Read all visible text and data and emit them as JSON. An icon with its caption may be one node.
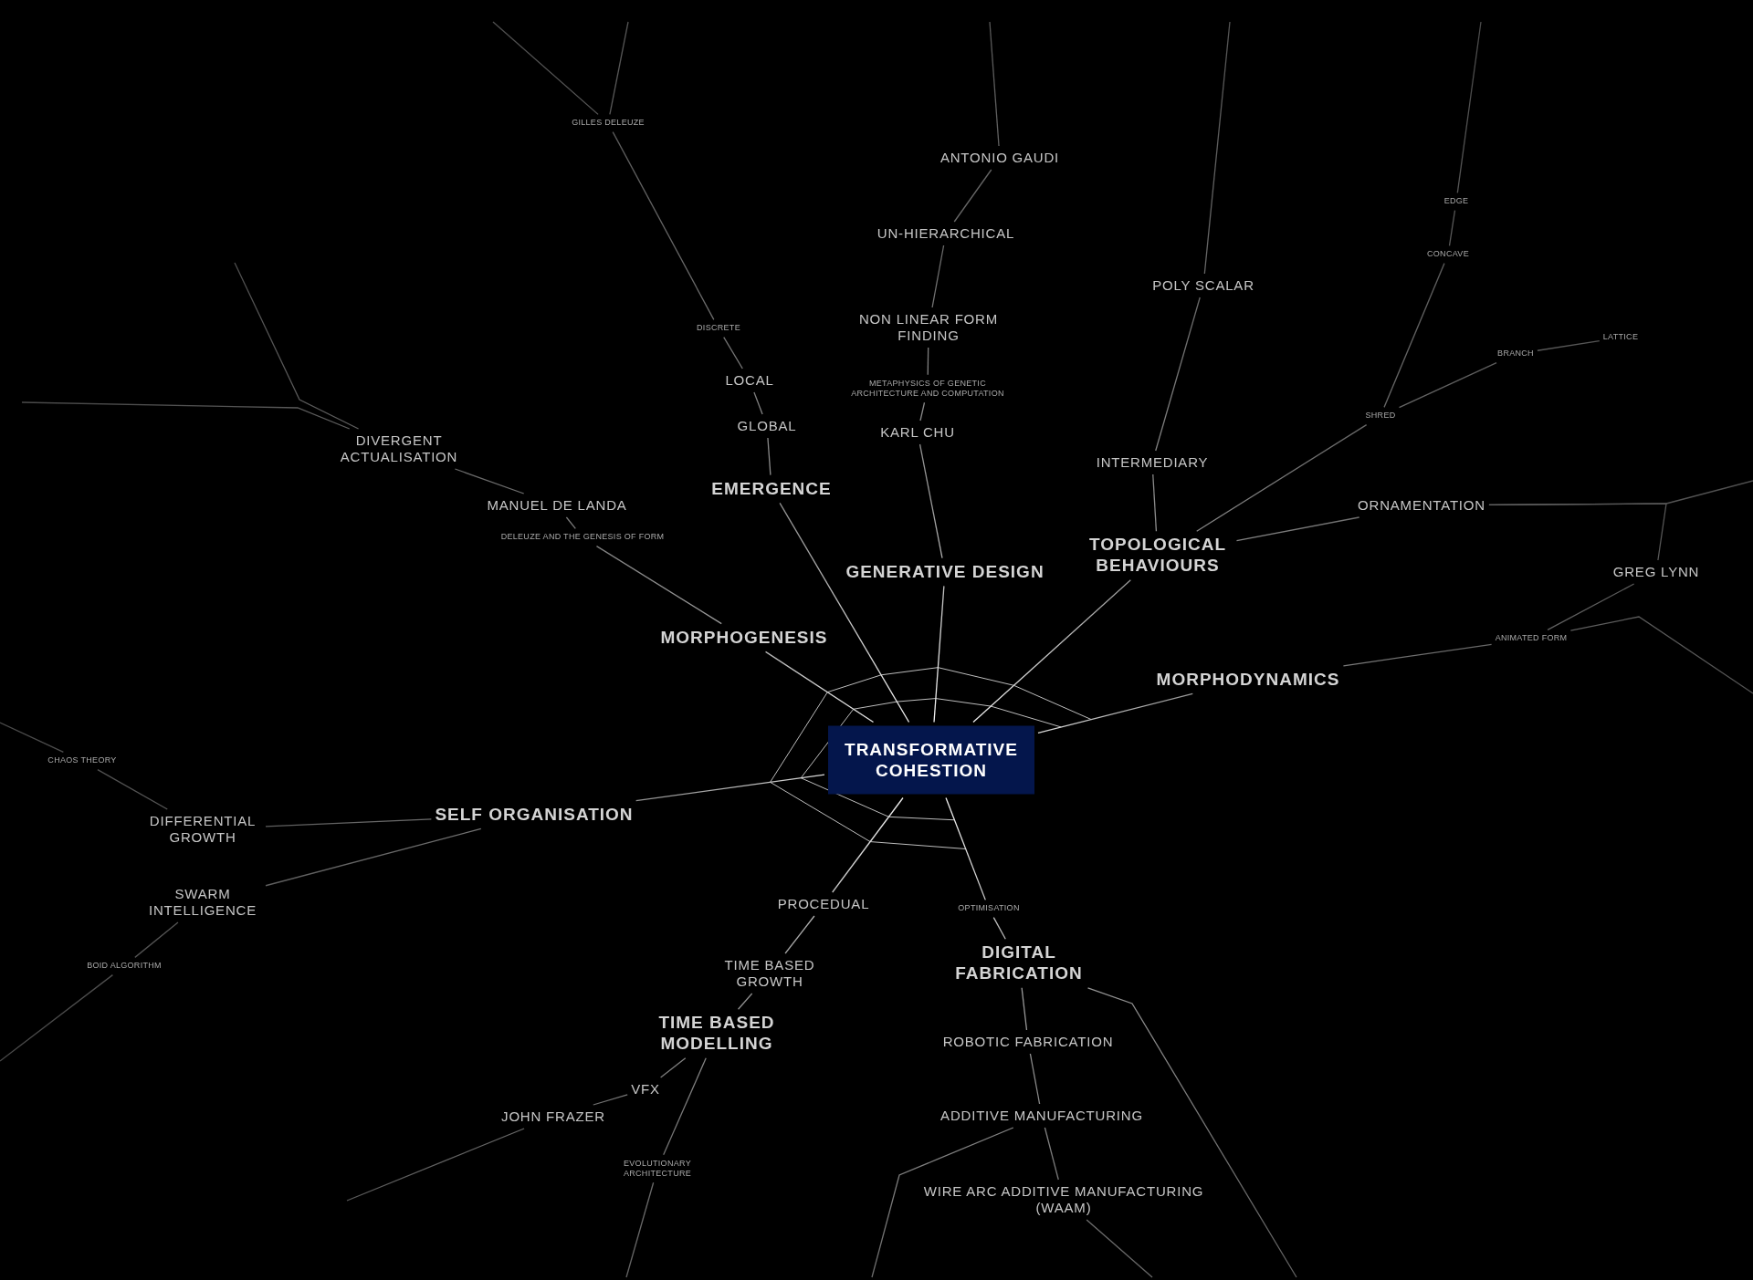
{
  "diagram": {
    "nodes": [
      {
        "text": [
          "GILLES DELEUZE"
        ]
      },
      {
        "text": [
          "ANTONIO GAUDI"
        ]
      },
      {
        "text": [
          "EDGE"
        ]
      },
      {
        "text": [
          "UN-HIERARCHICAL"
        ]
      },
      {
        "text": [
          "CONCAVE"
        ]
      },
      {
        "text": [
          "POLY SCALAR"
        ]
      },
      {
        "text": [
          "DISCRETE"
        ]
      },
      {
        "text": [
          "NON LINEAR FORM FINDING"
        ]
      },
      {
        "text": [
          "LATTICE"
        ]
      },
      {
        "text": [
          "BRANCH"
        ]
      },
      {
        "text": [
          "LOCAL"
        ]
      },
      {
        "text": [
          "METAPHYSICS OF GENETIC ARCHITECTURE AND COMPUTATION"
        ]
      },
      {
        "text": [
          "SHRED"
        ]
      },
      {
        "text": [
          "GLOBAL"
        ]
      },
      {
        "text": [
          "KARL CHU"
        ]
      },
      {
        "text": [
          "DIVERGENT ACTUALISATION"
        ]
      },
      {
        "text": [
          "INTERMEDIARY"
        ]
      },
      {
        "text": [
          "EMERGENCE"
        ]
      },
      {
        "text": [
          "MANUEL DE LANDA"
        ]
      },
      {
        "text": [
          "ORNAMENTATION"
        ]
      },
      {
        "text": [
          "DELEUZE AND THE GENESIS OF FORM"
        ]
      },
      {
        "text": [
          "TOPOLOGICAL BEHAVIOURS"
        ]
      },
      {
        "text": [
          "GENERATIVE DESIGN"
        ]
      },
      {
        "text": [
          "GREG LYNN"
        ]
      },
      {
        "text": [
          "MORPHOGENESIS"
        ]
      },
      {
        "text": [
          "ANIMATED FORM"
        ]
      },
      {
        "text": [
          "MORPHODYNAMICS"
        ]
      },
      {
        "text": [
          "TRANSFORMATIVE COHESTION"
        ]
      },
      {
        "text": [
          "CHAOS THEORY"
        ]
      },
      {
        "text": [
          "SELF ORGANISATION"
        ]
      },
      {
        "text": [
          "DIFFERENTIAL GROWTH"
        ]
      },
      {
        "text": [
          "SWARM INTELLIGENCE"
        ]
      },
      {
        "text": [
          "PROCEDUAL"
        ]
      },
      {
        "text": [
          "OPTIMISATION"
        ]
      },
      {
        "text": [
          "DIGITAL FABRICATION"
        ]
      },
      {
        "text": [
          "BOID ALGORITHM"
        ]
      },
      {
        "text": [
          "TIME BASED GROWTH"
        ]
      },
      {
        "text": [
          "TIME BASED MODELLING"
        ]
      },
      {
        "text": [
          "ROBOTIC FABRICATION"
        ]
      },
      {
        "text": [
          "VFX"
        ]
      },
      {
        "text": [
          "ADDITIVE MANUFACTURING"
        ]
      },
      {
        "text": [
          "JOHN FRAZER"
        ]
      },
      {
        "text": [
          "EVOLUTIONARY ARCHITECTURE"
        ]
      },
      {
        "text": [
          "WIRE ARC ADDITIVE MANUFACTURING (WAAM)"
        ]
      }
    ],
    "edges": [
      {
        "from": 27,
        "to": 22,
        "arrow": "none"
      },
      {
        "from": 22,
        "to": 14,
        "arrow": "none"
      },
      {
        "from": 14,
        "to": 11,
        "arrow": "none"
      },
      {
        "from": 11,
        "to": 7,
        "arrow": "none"
      },
      {
        "from": 7,
        "to": 3,
        "arrow": "none"
      },
      {
        "from": 3,
        "to": 1,
        "arrow": "none"
      },
      {
        "from": 1,
        "to": null,
        "arrow": "none"
      },
      {
        "from": 27,
        "to": 17,
        "arrow": "none"
      },
      {
        "from": 17,
        "to": 13,
        "arrow": "none"
      },
      {
        "from": 13,
        "to": 10,
        "arrow": "none"
      },
      {
        "from": 10,
        "to": 6,
        "arrow": "none"
      },
      {
        "from": 6,
        "to": 0,
        "arrow": "none"
      },
      {
        "from": 0,
        "to": null,
        "arrow": "none"
      },
      {
        "from": 0,
        "to": null,
        "arrow": "none"
      },
      {
        "from": 27,
        "to": 24,
        "arrow": "none"
      },
      {
        "from": 24,
        "to": 20,
        "arrow": "none"
      },
      {
        "from": 20,
        "to": 18,
        "arrow": "none"
      },
      {
        "from": 18,
        "to": 15,
        "arrow": "none"
      },
      {
        "from": 15,
        "to": null,
        "arrow": "none"
      },
      {
        "from": 15,
        "to": null,
        "arrow": "none"
      },
      {
        "from": 27,
        "to": 21,
        "arrow": "none"
      },
      {
        "from": 21,
        "to": 16,
        "arrow": "none"
      },
      {
        "from": 16,
        "to": 5,
        "arrow": "none"
      },
      {
        "from": 5,
        "to": null,
        "arrow": "none"
      },
      {
        "from": 21,
        "to": 12,
        "arrow": "none"
      },
      {
        "from": 12,
        "to": 9,
        "arrow": "none"
      },
      {
        "from": 9,
        "to": 8,
        "arrow": "none"
      },
      {
        "from": 12,
        "to": 4,
        "arrow": "none"
      },
      {
        "from": 4,
        "to": 2,
        "arrow": "none"
      },
      {
        "from": 2,
        "to": null,
        "arrow": "none"
      },
      {
        "from": 21,
        "to": 19,
        "arrow": "none"
      },
      {
        "from": 19,
        "to": null,
        "arrow": "none"
      },
      {
        "from": 19,
        "to": 23,
        "arrow": "none"
      },
      {
        "from": 27,
        "to": 26,
        "arrow": "none"
      },
      {
        "from": 26,
        "to": 25,
        "arrow": "none"
      },
      {
        "from": 25,
        "to": 23,
        "arrow": "none"
      },
      {
        "from": 25,
        "to": null,
        "arrow": "none"
      },
      {
        "from": 27,
        "to": 29,
        "arrow": "none"
      },
      {
        "from": 29,
        "to": 30,
        "arrow": "none"
      },
      {
        "from": 30,
        "to": 28,
        "arrow": "none"
      },
      {
        "from": 28,
        "to": null,
        "arrow": "none"
      },
      {
        "from": 29,
        "to": 31,
        "arrow": "none"
      },
      {
        "from": 31,
        "to": 35,
        "arrow": "none"
      },
      {
        "from": 35,
        "to": null,
        "arrow": "none"
      },
      {
        "from": 27,
        "to": 32,
        "arrow": "none"
      },
      {
        "from": 32,
        "to": 36,
        "arrow": "none"
      },
      {
        "from": 36,
        "to": 37,
        "arrow": "none"
      },
      {
        "from": 37,
        "to": 39,
        "arrow": "none"
      },
      {
        "from": 39,
        "to": 41,
        "arrow": "none"
      },
      {
        "from": 41,
        "to": null,
        "arrow": "none"
      },
      {
        "from": 37,
        "to": 42,
        "arrow": "none"
      },
      {
        "from": 42,
        "to": null,
        "arrow": "none"
      },
      {
        "from": 27,
        "to": 33,
        "arrow": "none"
      },
      {
        "from": 33,
        "to": 34,
        "arrow": "none"
      },
      {
        "from": 34,
        "to": 38,
        "arrow": "none"
      },
      {
        "from": 38,
        "to": 40,
        "arrow": "none"
      },
      {
        "from": 40,
        "to": 43,
        "arrow": "none"
      },
      {
        "from": 43,
        "to": null,
        "arrow": "none"
      },
      {
        "from": 40,
        "to": null,
        "arrow": "none"
      },
      {
        "from": 34,
        "to": null,
        "arrow": "none"
      }
    ]
  }
}
